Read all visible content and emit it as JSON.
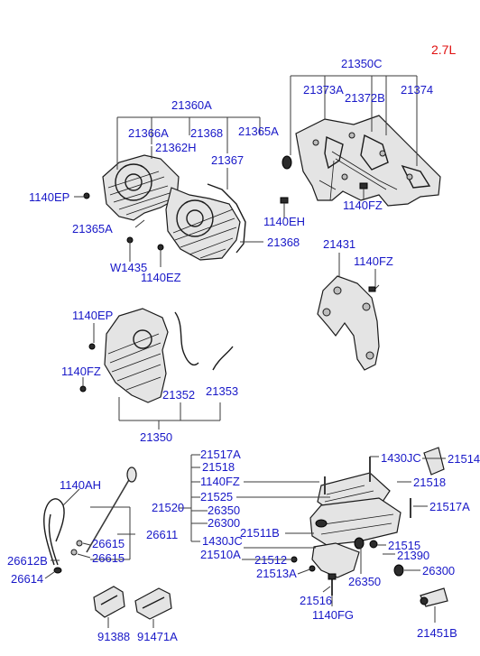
{
  "engine_badge": "2.7L",
  "labels": {
    "l21350C": "21350C",
    "l21373A": "21373A",
    "l21372B": "21372B",
    "l21374": "21374",
    "l21360A": "21360A",
    "l21366A": "21366A",
    "l21368_top": "21368",
    "l21365A_top": "21365A",
    "l21362H": "21362H",
    "l21367": "21367",
    "l1140EP_a": "1140EP",
    "l21365A": "21365A",
    "lW1435": "W1435",
    "l1140EZ": "1140EZ",
    "l21368": "21368",
    "l1140EH": "1140EH",
    "l1140FZ_a": "1140FZ",
    "l21431": "21431",
    "l1140FZ_b": "1140FZ",
    "l1140EP_b": "1140EP",
    "l1140FZ_c": "1140FZ",
    "l21352": "21352",
    "l21353": "21353",
    "l21350": "21350",
    "l21517A_a": "21517A",
    "l21518_a": "21518",
    "l1140FZ_d": "1140FZ",
    "l21520": "21520",
    "l21525": "21525",
    "l26350_a": "26350",
    "l26300_a": "26300",
    "l1430JC_a": "1430JC",
    "l21511B": "21511B",
    "l21510A": "21510A",
    "l21512": "21512",
    "l21513A": "21513A",
    "l1430JC_b": "1430JC",
    "l21514": "21514",
    "l21518_b": "21518",
    "l21517A_b": "21517A",
    "l21515": "21515",
    "l21390": "21390",
    "l26300_b": "26300",
    "l26350_b": "26350",
    "l21516": "21516",
    "l1140FG": "1140FG",
    "l21451B": "21451B",
    "l1140AH": "1140AH",
    "l26611": "26611",
    "l26615_a": "26615",
    "l26615_b": "26615",
    "l26612B": "26612B",
    "l26614": "26614",
    "l91388": "91388",
    "l91471A": "91471A"
  },
  "colors": {
    "label_text": "#1818c8",
    "badge_text": "#e01010",
    "leader_line": "#3a3a3a",
    "part_fill": "#e4e4e4"
  }
}
